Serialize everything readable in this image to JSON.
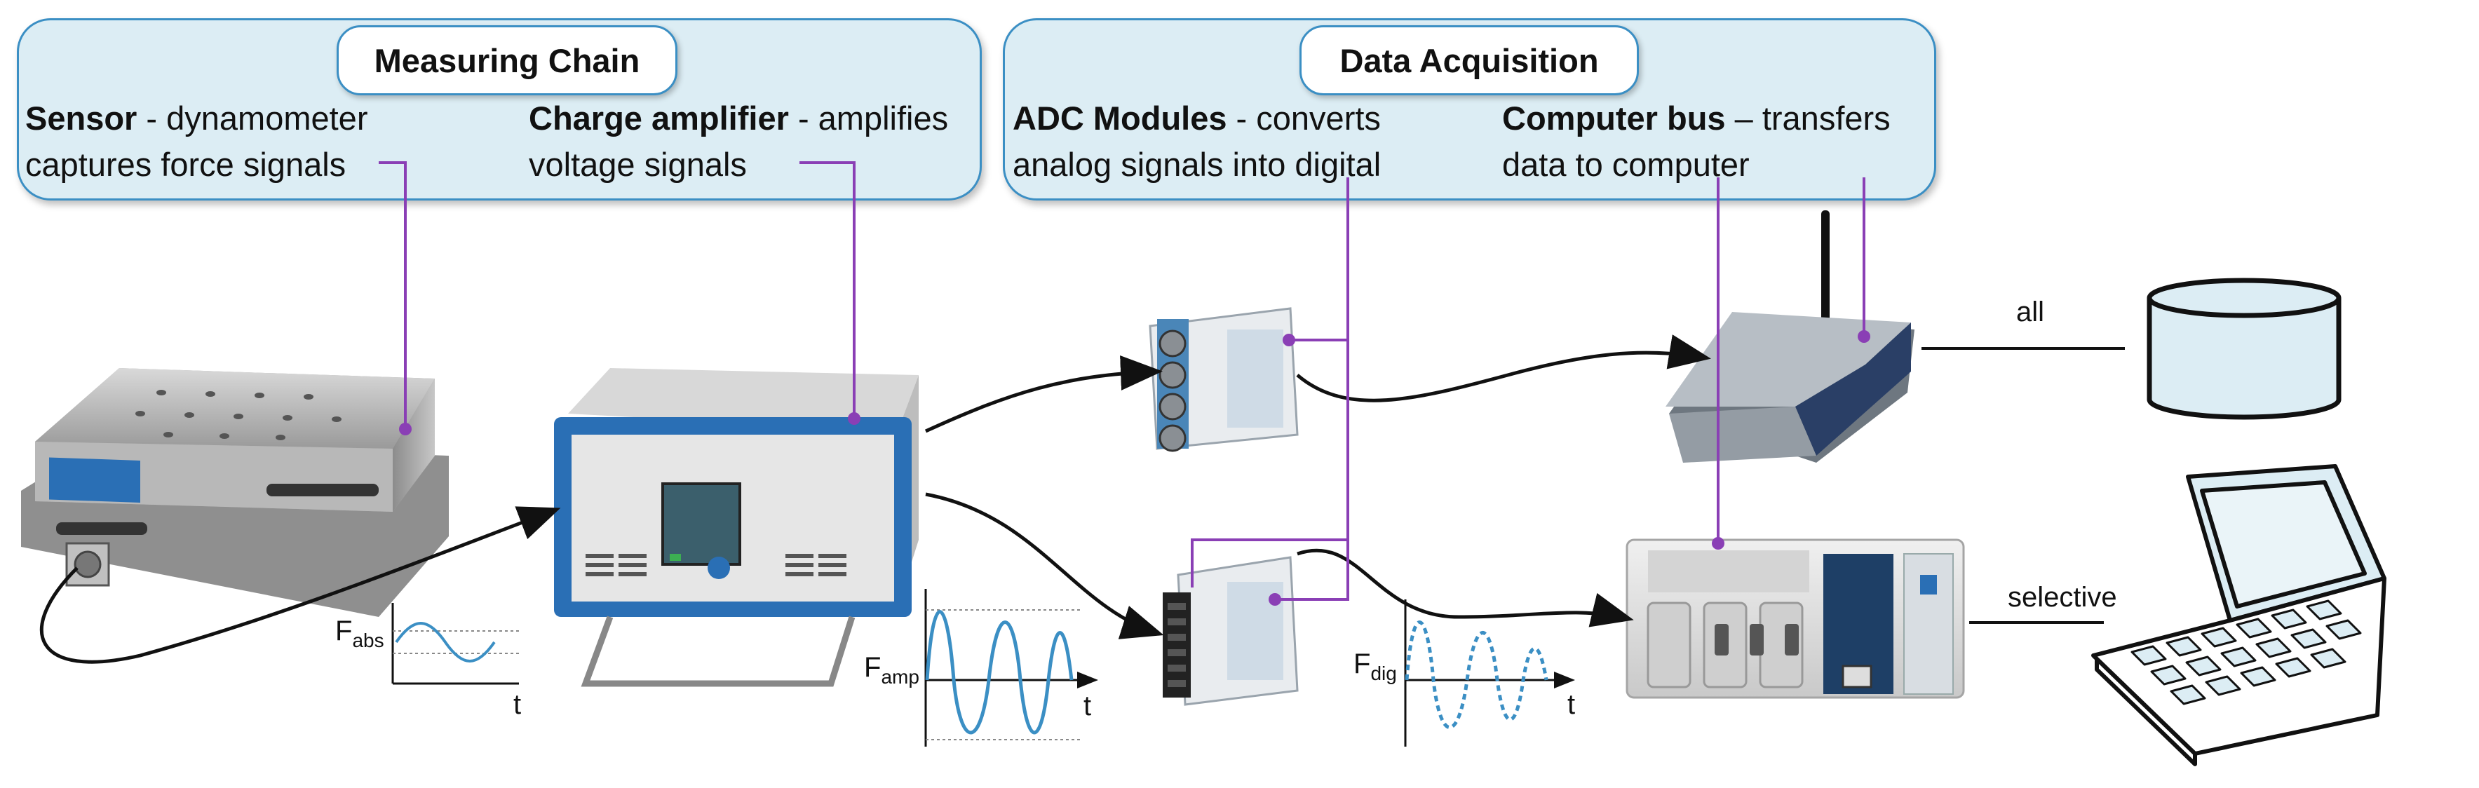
{
  "measuring_chain": {
    "title": "Measuring Chain",
    "sensor": {
      "name": "Sensor",
      "sep": " - ",
      "desc1": "dynamometer",
      "desc2": "captures force signals"
    },
    "amplifier": {
      "name": "Charge amplifier",
      "sep": " - ",
      "desc1": "amplifies",
      "desc2": "voltage signals"
    }
  },
  "data_acquisition": {
    "title": "Data Acquisition",
    "adc": {
      "name": "ADC Modules",
      "sep": " - ",
      "desc1": "converts",
      "desc2": "analog signals into digital"
    },
    "bus": {
      "name": "Computer bus",
      "sep": " – ",
      "desc1": "transfers",
      "desc2": "data to computer"
    }
  },
  "transfer_labels": {
    "all": "all",
    "selective": "selective"
  },
  "plots": {
    "abs": {
      "var": "F",
      "sub": "abs",
      "t": "t"
    },
    "amp": {
      "var": "F",
      "sub": "amp",
      "t": "t"
    },
    "dig": {
      "var": "F",
      "sub": "dig",
      "t": "t"
    }
  },
  "colors": {
    "panel_fill": "#dcedf4",
    "panel_border": "#3b8fc4",
    "leader_line": "#8a3fb5",
    "device_blue": "#2a6fb5"
  }
}
